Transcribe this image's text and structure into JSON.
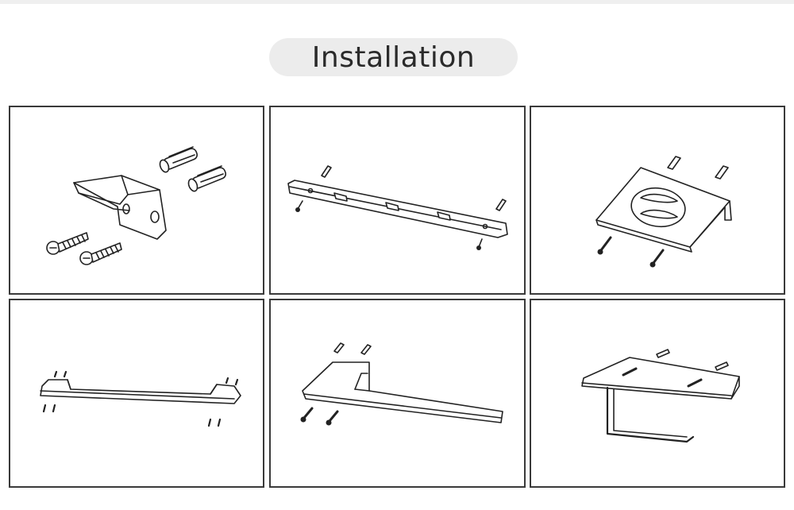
{
  "title": "Installation",
  "panels": [
    {
      "id": "panel-1",
      "item": "robe-hook-icon"
    },
    {
      "id": "panel-2",
      "item": "towel-rack-bar-icon"
    },
    {
      "id": "panel-3",
      "item": "soap-dish-icon"
    },
    {
      "id": "panel-4",
      "item": "towel-bar-icon"
    },
    {
      "id": "panel-5",
      "item": "hand-towel-holder-icon"
    },
    {
      "id": "panel-6",
      "item": "toilet-paper-holder-shelf-icon"
    }
  ]
}
